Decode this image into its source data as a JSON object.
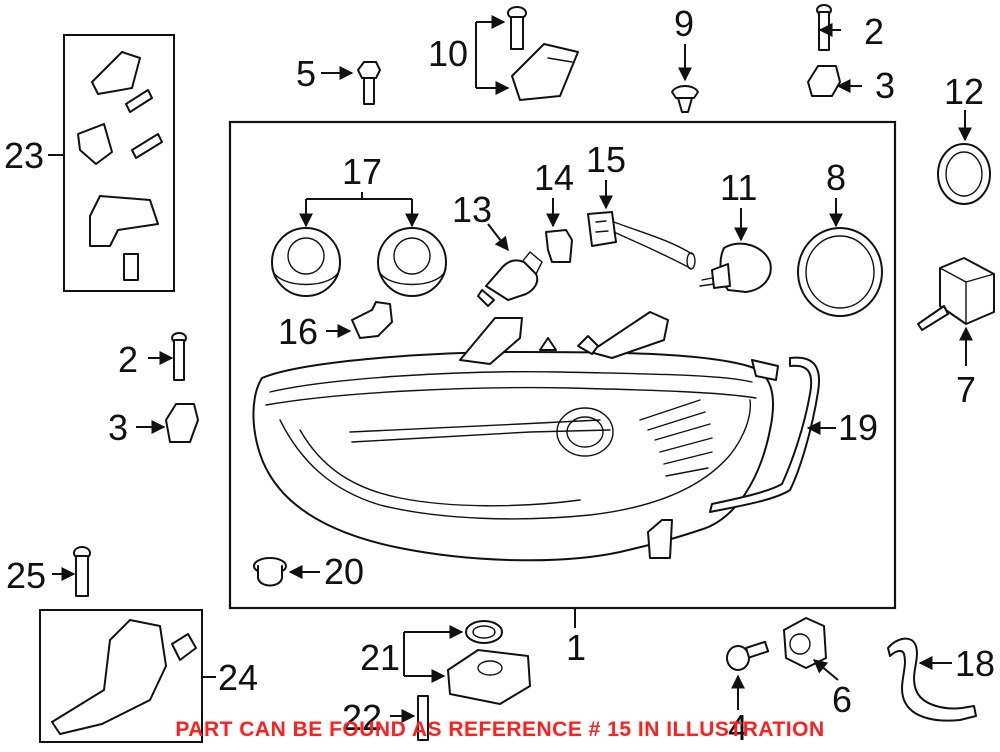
{
  "caption": "PART CAN BE FOUND AS REFERENCE # 15 IN ILLUSTRATION",
  "caption_color": "#ff1f1f",
  "callouts": {
    "c1": "1",
    "c2a": "2",
    "c2b": "2",
    "c3a": "3",
    "c3b": "3",
    "c4": "4",
    "c5": "5",
    "c6": "6",
    "c7": "7",
    "c8": "8",
    "c9": "9",
    "c10": "10",
    "c11": "11",
    "c12": "12",
    "c13": "13",
    "c14": "14",
    "c15": "15",
    "c16": "16",
    "c17": "17",
    "c18": "18",
    "c19": "19",
    "c20": "20",
    "c21": "21",
    "c22": "22",
    "c23": "23",
    "c24": "24",
    "c25": "25"
  }
}
